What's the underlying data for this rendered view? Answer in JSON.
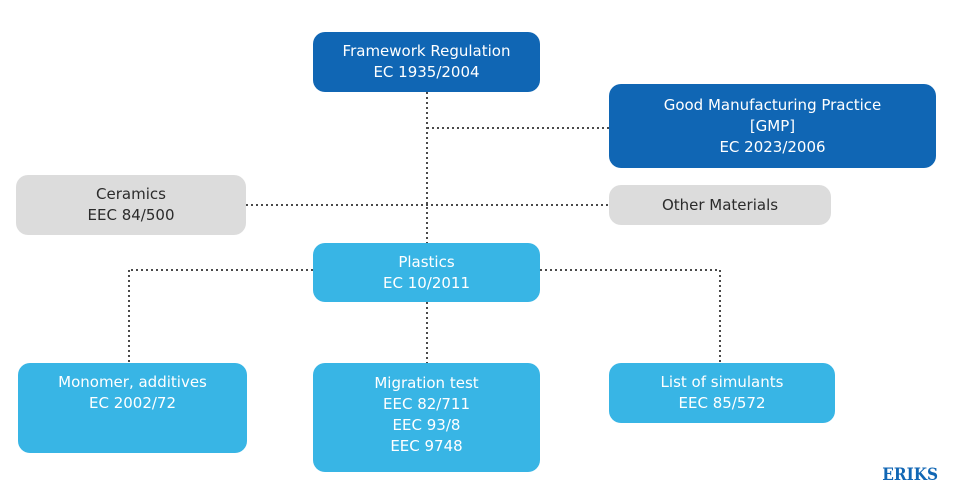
{
  "nodes": {
    "framework": {
      "lines": [
        "Framework Regulation",
        "EC 1935/2004"
      ]
    },
    "gmp": {
      "lines": [
        "Good Manufacturing Practice",
        "[GMP]",
        "EC 2023/2006"
      ]
    },
    "ceramics": {
      "lines": [
        "Ceramics",
        "EEC 84/500"
      ]
    },
    "other": {
      "lines": [
        "Other Materials"
      ]
    },
    "plastics": {
      "lines": [
        "Plastics",
        "EC 10/2011"
      ]
    },
    "monomer": {
      "lines": [
        "Monomer, additives",
        "EC 2002/72"
      ]
    },
    "migration": {
      "lines": [
        "Migration test",
        "EEC 82/711",
        "EEC 93/8",
        "EEC 9748"
      ]
    },
    "simulants": {
      "lines": [
        "List of simulants",
        "EEC 85/572"
      ]
    }
  },
  "colors": {
    "dark_blue": "#1066b4",
    "light_blue": "#38b5e5",
    "grey": "#dcdcdc",
    "connector": "#4a4a4a"
  },
  "logo": {
    "text": "ERIKS"
  }
}
